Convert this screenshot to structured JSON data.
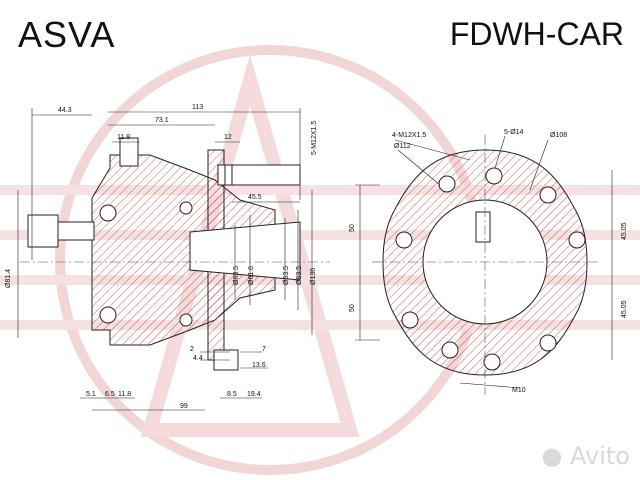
{
  "header": {
    "brand": "ASVA",
    "part_code": "FDWH-CAR"
  },
  "watermark": {
    "text": "Avito",
    "icon": "avito-dots-icon"
  },
  "colors": {
    "line": "#222222",
    "hatch": "#c8323c",
    "wm_red": "#e8b3b3",
    "wm_light": "#f3d6d6"
  },
  "side_view": {
    "top_dims": [
      "44.3",
      "113",
      "73.1",
      "11.8",
      "12",
      "5-M12X1.5"
    ],
    "mid_dims": [
      "45.5"
    ],
    "left_dims": [
      "Ø81.4"
    ],
    "vert_dims": [
      "Ø63.5",
      "Ø61.6",
      "Ø53.5",
      "Ø63.5",
      "Ø136"
    ],
    "bottom_dims": [
      "2",
      "4.4",
      "7",
      "13.6",
      "5.1",
      "6.5",
      "11.8",
      "8.5",
      "19.4",
      "99"
    ]
  },
  "front_view": {
    "labels": [
      "4-M12X1.5",
      "5-Ø14",
      "Ø108",
      "Ø112",
      "M10"
    ],
    "vert_dims": [
      "50",
      "50",
      "45.05",
      "45.05"
    ]
  }
}
